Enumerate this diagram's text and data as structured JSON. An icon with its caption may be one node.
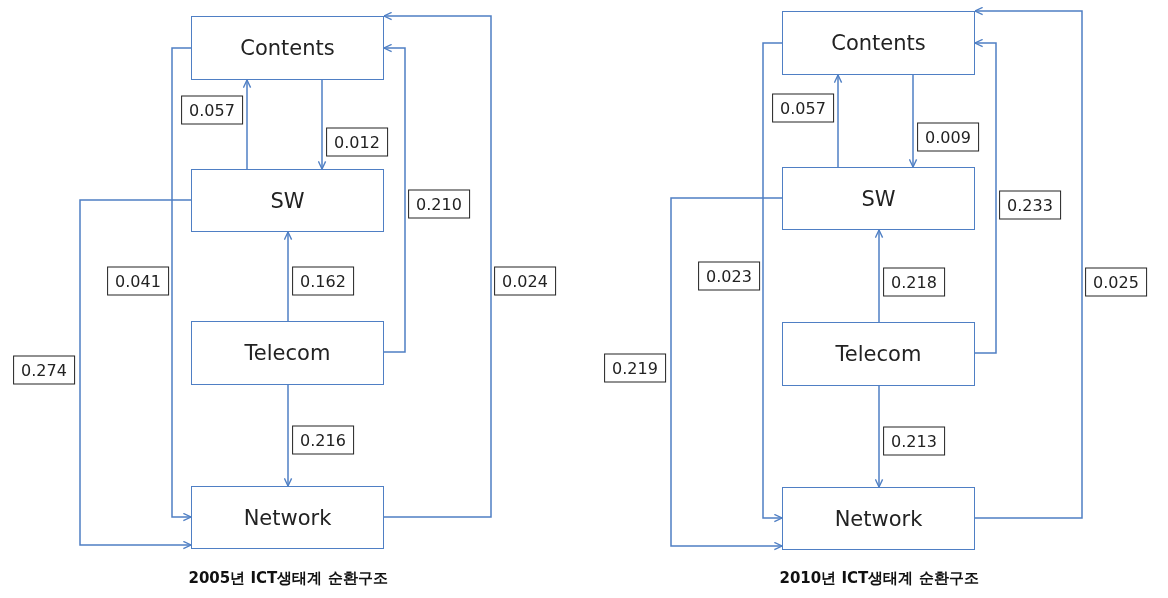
{
  "diagram": {
    "nodes": [
      {
        "text": [
          "Contents"
        ]
      },
      {
        "text": [
          "SW"
        ]
      },
      {
        "text": [
          "Telecom"
        ]
      },
      {
        "text": [
          "Network"
        ]
      },
      {
        "text": [
          "Contents"
        ]
      },
      {
        "text": [
          "SW"
        ]
      },
      {
        "text": [
          "Telecom"
        ]
      },
      {
        "text": [
          "Network"
        ]
      }
    ],
    "edges": [
      {
        "from": 1,
        "to": 0,
        "arrow": "to",
        "label": "0.057"
      },
      {
        "from": 0,
        "to": 1,
        "arrow": "to",
        "label": "0.012"
      },
      {
        "from": 0,
        "to": 3,
        "arrow": "to",
        "label": "0.041"
      },
      {
        "from": 1,
        "to": 3,
        "arrow": "to",
        "label": "0.274"
      },
      {
        "from": 2,
        "to": 1,
        "arrow": "to",
        "label": "0.162"
      },
      {
        "from": 2,
        "to": 0,
        "arrow": "to",
        "label": "0.210"
      },
      {
        "from": 2,
        "to": 3,
        "arrow": "to",
        "label": "0.216"
      },
      {
        "from": 3,
        "to": 0,
        "arrow": "to",
        "label": "0.024"
      },
      {
        "from": 5,
        "to": 4,
        "arrow": "to",
        "label": "0.057"
      },
      {
        "from": 4,
        "to": 5,
        "arrow": "to",
        "label": "0.009"
      },
      {
        "from": 4,
        "to": 7,
        "arrow": "to",
        "label": "0.023"
      },
      {
        "from": 5,
        "to": 7,
        "arrow": "to",
        "label": "0.219"
      },
      {
        "from": 6,
        "to": 5,
        "arrow": "to",
        "label": "0.218"
      },
      {
        "from": 6,
        "to": 4,
        "arrow": "to",
        "label": "0.233"
      },
      {
        "from": 6,
        "to": 7,
        "arrow": "to",
        "label": "0.213"
      },
      {
        "from": 7,
        "to": 4,
        "arrow": "to",
        "label": "0.025"
      }
    ],
    "labels": [
      "2005년 ICT생태계 순환구조",
      "2010년 ICT생태계 순환구조"
    ]
  }
}
